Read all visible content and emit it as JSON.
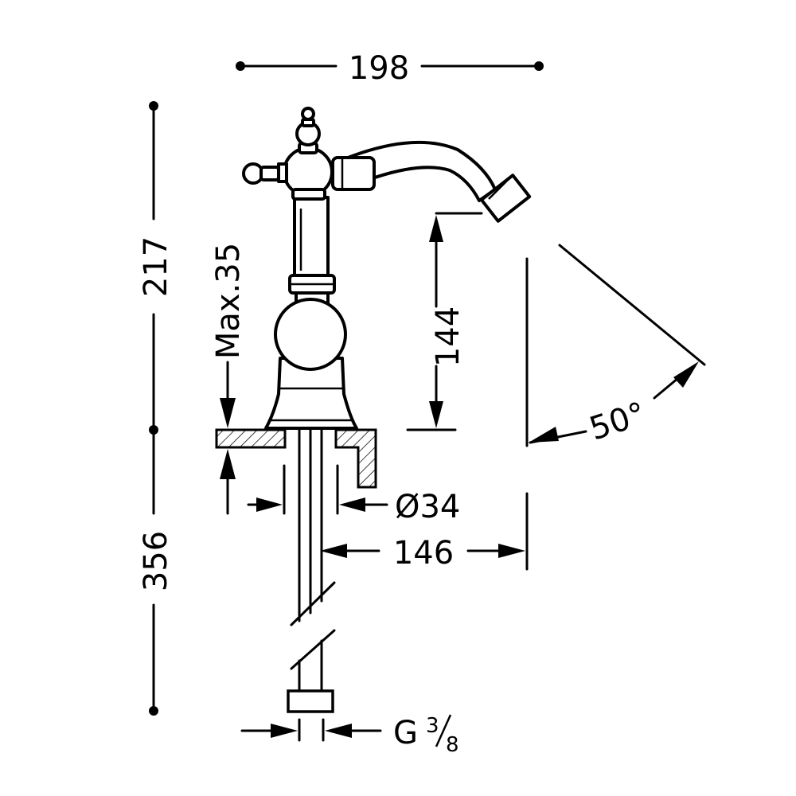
{
  "dimensions": {
    "total_width": "198",
    "total_height": "217",
    "max_thickness": "Max.35",
    "spout_height": "144",
    "angle": "50°",
    "hole_diameter": "Ø34",
    "reach": "146",
    "hose_length": "356",
    "connection": "G",
    "connection_num": "3",
    "connection_den": "8"
  }
}
